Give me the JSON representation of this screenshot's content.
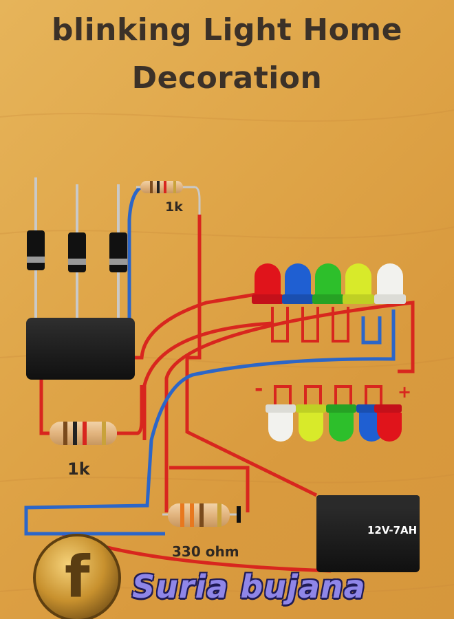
{
  "title": {
    "line1": "blinking Light Home",
    "line2": "Decoration"
  },
  "labels": {
    "resistor_top": "1k",
    "resistor_left": "1k",
    "resistor_bottom": "330 ohm",
    "battery": "12V-7AH",
    "minus": "-",
    "plus": "+"
  },
  "brand": {
    "name": "Suria bujana",
    "logo_letter": "f"
  },
  "colors": {
    "background": "#dfa548",
    "title": "#3b3128",
    "wire_red": "#d8261e",
    "wire_blue": "#2c66c8",
    "brand_text": "#8f86e8"
  },
  "leds": {
    "top_row": [
      "red",
      "blue",
      "green",
      "yellow",
      "white"
    ],
    "bottom_row": [
      "white",
      "yellow",
      "green",
      "blue",
      "red"
    ]
  }
}
